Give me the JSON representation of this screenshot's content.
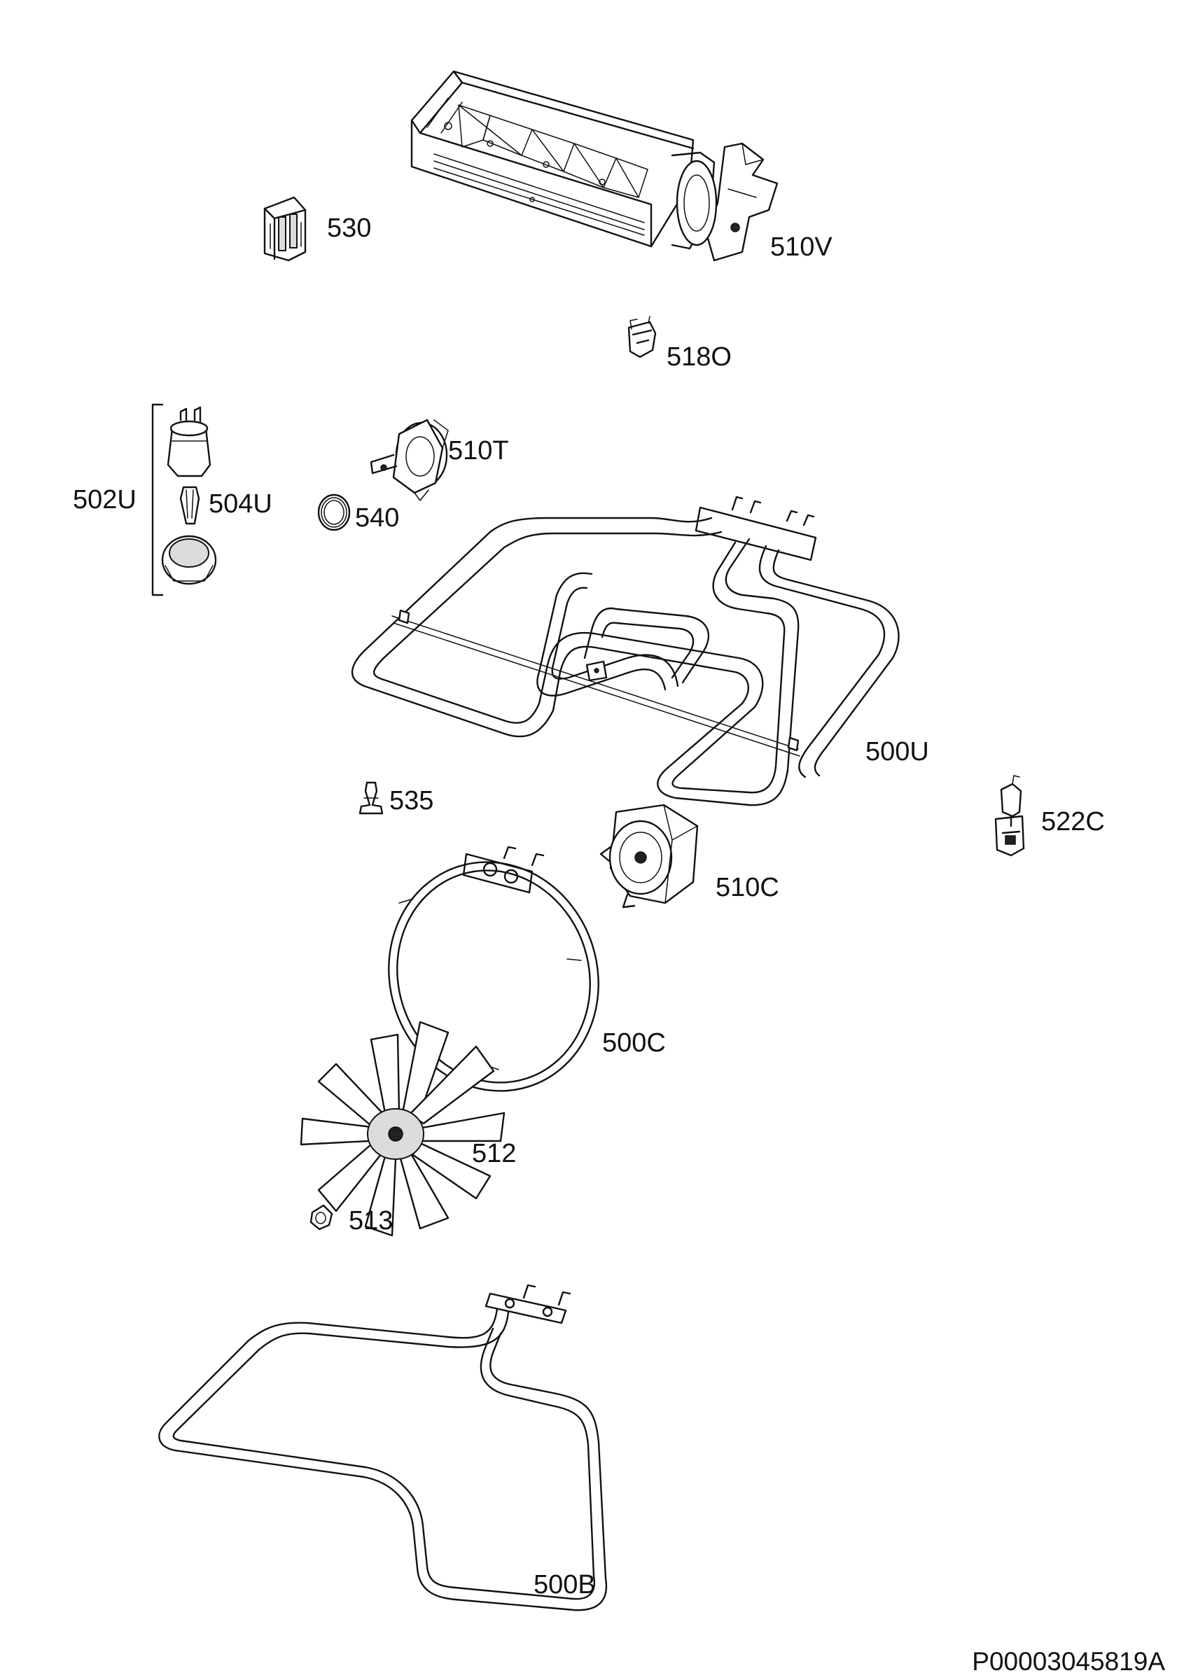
{
  "labels": {
    "p530": "530",
    "p510V": "510V",
    "p518O": "518O",
    "p510T": "510T",
    "p502U": "502U",
    "p504U": "504U",
    "p540": "540",
    "p500U": "500U",
    "p535": "535",
    "p522C": "522C",
    "p510C": "510C",
    "p500C": "500C",
    "p512": "512",
    "p513": "513",
    "p500B": "500B"
  },
  "drawing_ref": "P00003045819A",
  "colors": {
    "line": "#111111",
    "background": "#ffffff",
    "shade": "#dcdcdc"
  }
}
